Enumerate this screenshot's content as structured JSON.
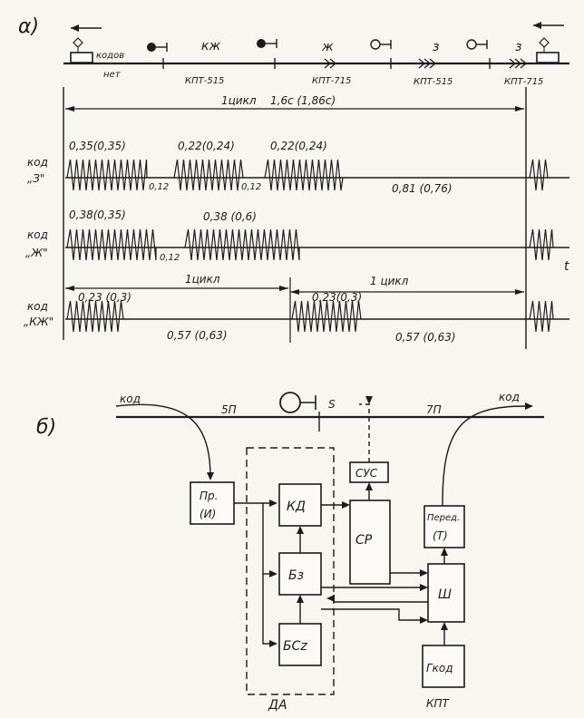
{
  "section_a": {
    "label": "α)",
    "top_labels": {
      "no_code": [
        "кодов",
        "нет"
      ],
      "code_kzh": "кж",
      "code_zh": "ж",
      "code_z1": "з",
      "code_z2": "з",
      "kpt1": "КПТ-515",
      "kpt2": "КПТ-715",
      "kpt3": "КПТ-515",
      "kpt4": "КПТ-715"
    },
    "cycle_main": "1цикл",
    "cycle_main_value": "1,6с (1,86с)",
    "rows": [
      {
        "label": [
          "код",
          "„З\""
        ],
        "pulses": [
          "0,35(0,35)",
          "0,22(0,24)",
          "0,22(0,24)"
        ],
        "gaps": [
          "0,12",
          "0,12"
        ],
        "tail": "0,81 (0,76)"
      },
      {
        "label": [
          "код",
          "„Ж\""
        ],
        "pulses": [
          "0,38(0,35)",
          "0,38 (0,6)"
        ],
        "gaps": [
          "0,12"
        ],
        "tail": ""
      },
      {
        "label": [
          "код",
          "„КЖ\""
        ],
        "pulses": [
          "0,23 (0,3)",
          "0,23(0,3)"
        ],
        "gaps": [],
        "tail_mid": "0,57 (0,63)",
        "tail": "0,57 (0,63)"
      }
    ],
    "row2_cycle": "1цикл",
    "row3_cycle": "1 цикл",
    "time_symbol": "t"
  },
  "section_b": {
    "label": "б)",
    "input_code": "код",
    "output_code": "код",
    "section_left": "5П",
    "section_right": "7П",
    "signal_label": "S",
    "blocks": {
      "pr_line1": "Пр.",
      "pr_line2": "(И)",
      "kd": "КД",
      "bz": "Бз",
      "bcz": "БСz",
      "da": "ДА",
      "sus": "СУС",
      "sr": "СР",
      "pered_line1": "Перед.",
      "pered_line2": "(Т)",
      "sh": "Ш",
      "gkod": "Гкод",
      "kpt": "КПТ"
    }
  }
}
